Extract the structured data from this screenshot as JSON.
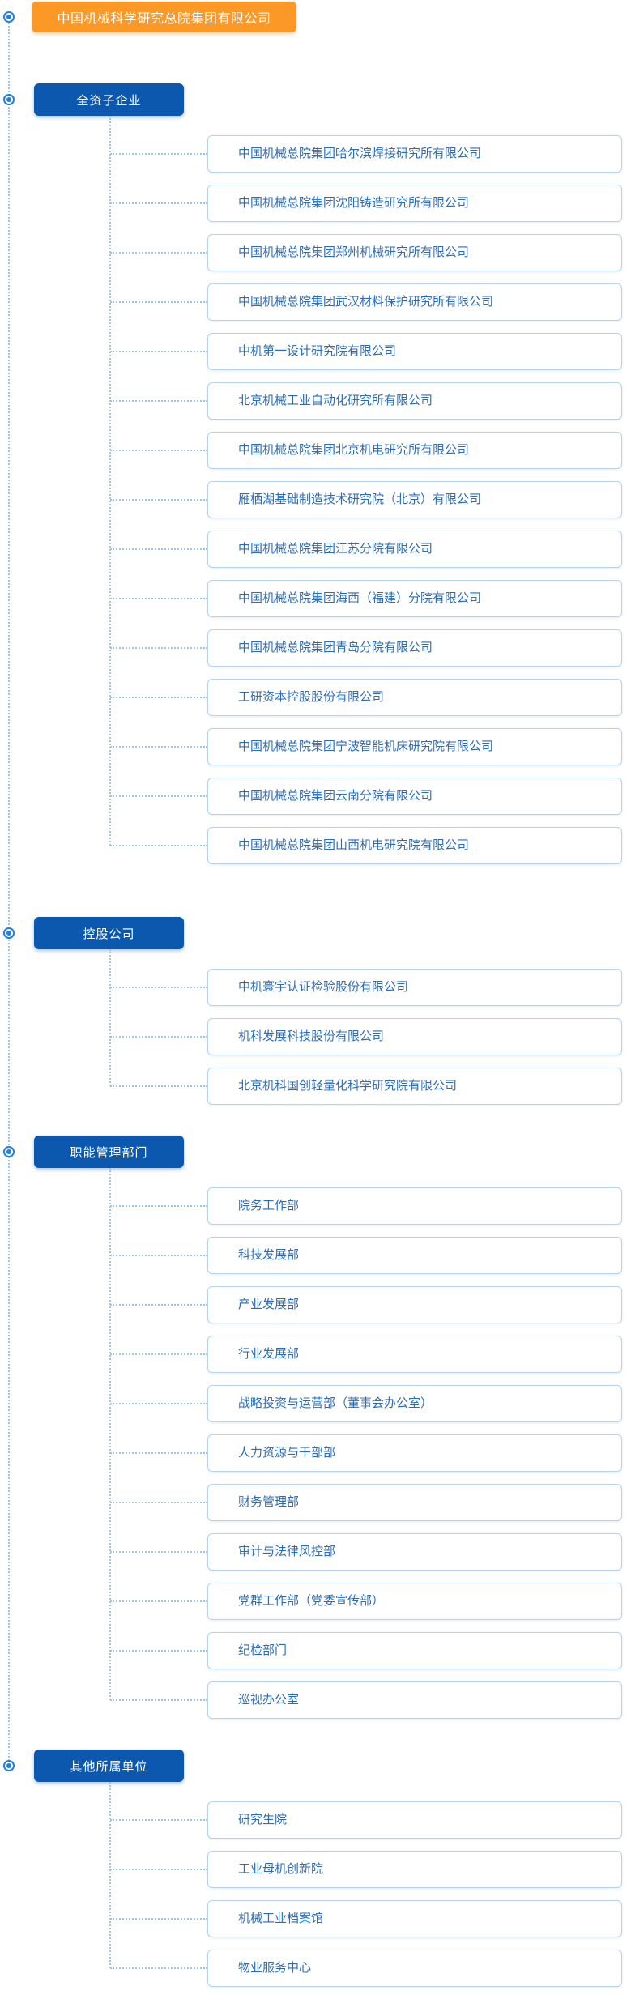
{
  "root": {
    "label": "中国机械科学研究总院集团有限公司"
  },
  "icons": {
    "node_bullet": "target-circle-icon"
  },
  "colors": {
    "accent_orange": "#FB9826",
    "section_blue": "#0B58AE",
    "bullet_blue": "#1E7FE4",
    "line_blue": "#9FC4EA",
    "item_border": "#B5D2EE",
    "item_text": "#2B6CB7"
  },
  "sections": [
    {
      "label": "全资子企业",
      "items": [
        "中国机械总院集团哈尔滨焊接研究所有限公司",
        "中国机械总院集团沈阳铸造研究所有限公司",
        "中国机械总院集团郑州机械研究所有限公司",
        "中国机械总院集团武汉材料保护研究所有限公司",
        "中机第一设计研究院有限公司",
        "北京机械工业自动化研究所有限公司",
        "中国机械总院集团北京机电研究所有限公司",
        "雁栖湖基础制造技术研究院（北京）有限公司",
        "中国机械总院集团江苏分院有限公司",
        "中国机械总院集团海西（福建）分院有限公司",
        "中国机械总院集团青岛分院有限公司",
        "工研资本控股股份有限公司",
        "中国机械总院集团宁波智能机床研究院有限公司",
        "中国机械总院集团云南分院有限公司",
        "中国机械总院集团山西机电研究院有限公司"
      ]
    },
    {
      "label": "控股公司",
      "items": [
        "中机寰宇认证检验股份有限公司",
        "机科发展科技股份有限公司",
        "北京机科国创轻量化科学研究院有限公司"
      ]
    },
    {
      "label": "职能管理部门",
      "items": [
        "院务工作部",
        "科技发展部",
        "产业发展部",
        "行业发展部",
        "战略投资与运营部（董事会办公室）",
        "人力资源与干部部",
        "财务管理部",
        "审计与法律风控部",
        "党群工作部（党委宣传部）",
        "纪检部门",
        "巡视办公室"
      ]
    },
    {
      "label": "其他所属单位",
      "items": [
        "研究生院",
        "工业母机创新院",
        "机械工业档案馆",
        "物业服务中心"
      ]
    }
  ]
}
